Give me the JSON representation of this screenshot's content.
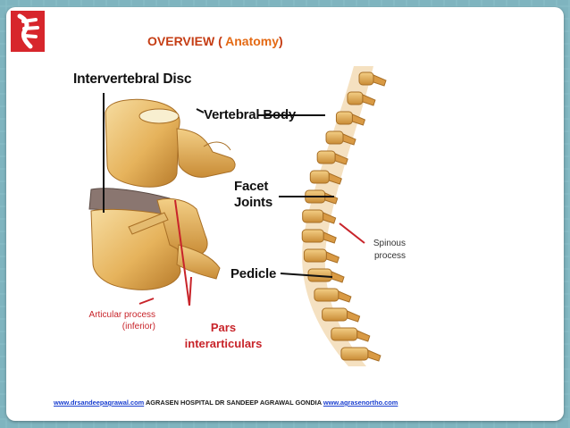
{
  "slide": {
    "title_prefix": "OVERVIEW ( ",
    "title_highlight": "Anatomy",
    "title_suffix": ")"
  },
  "figure": {
    "labels": {
      "intervertebral_disc": "Intervertebral Disc",
      "vertebral_body": "Vertebral Body",
      "facet_line1": "Facet",
      "facet_line2": "Joints",
      "pedicle": "Pedicle",
      "spinous_line1": "Spinous",
      "spinous_line2": "process",
      "articular_line1": "Articular process",
      "articular_line2": "(inferior)",
      "pars_line1": "Pars",
      "pars_line2": "interarticulars"
    }
  },
  "footer": {
    "link1": "www.drsandeepagrawal.com",
    "middle": " AGRASEN HOSPITAL DR SANDEEP AGRAWAL GONDIA ",
    "link2": "www.agrasenortho.com"
  },
  "colors": {
    "background": "#7fb4bf",
    "title": "#c53d14",
    "highlight": "#e46a14",
    "red_label": "#c8242a",
    "bone": "#e8b968",
    "link": "#1a3fd0"
  }
}
